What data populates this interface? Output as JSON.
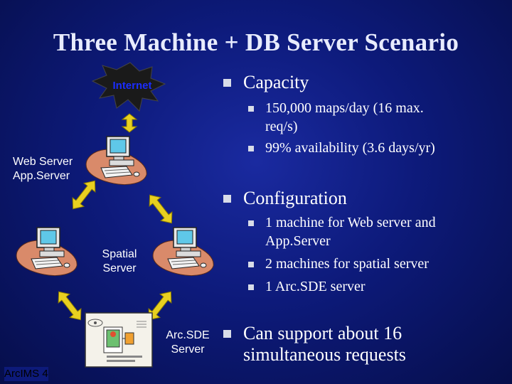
{
  "title": "Three Machine + DB Server Scenario",
  "diagram": {
    "internet_label": "Internet",
    "web_server_line1": "Web Server",
    "web_server_line2": "App.Server",
    "spatial_line1": "Spatial",
    "spatial_line2": "Server",
    "arcsde_line1": "Arc.SDE",
    "arcsde_line2": "Server",
    "arcims_label": "ArcIMS 4",
    "arrow_color": "#e8d020"
  },
  "bullets": [
    {
      "text": "Capacity",
      "sub": [
        {
          "line1": "150,000 maps/day (16 max.",
          "line2": "req/s)"
        },
        {
          "line1": "99% availability (3.6 days/yr)",
          "line2": ""
        }
      ]
    },
    {
      "text": "Configuration",
      "sub": [
        {
          "line1": "1 machine for Web server and",
          "line2": "App.Server"
        },
        {
          "line1": "2 machines for spatial server",
          "line2": ""
        },
        {
          "line1": "1 Arc.SDE server",
          "line2": ""
        }
      ]
    },
    {
      "text_line1": "Can support about 16",
      "text_line2": "simultaneous requests"
    }
  ],
  "colors": {
    "background": "#0d1a7a",
    "bullet_mark": "#d8dce8",
    "internet_burst": "#1a1a1a",
    "internet_text": "#1a2cff"
  }
}
